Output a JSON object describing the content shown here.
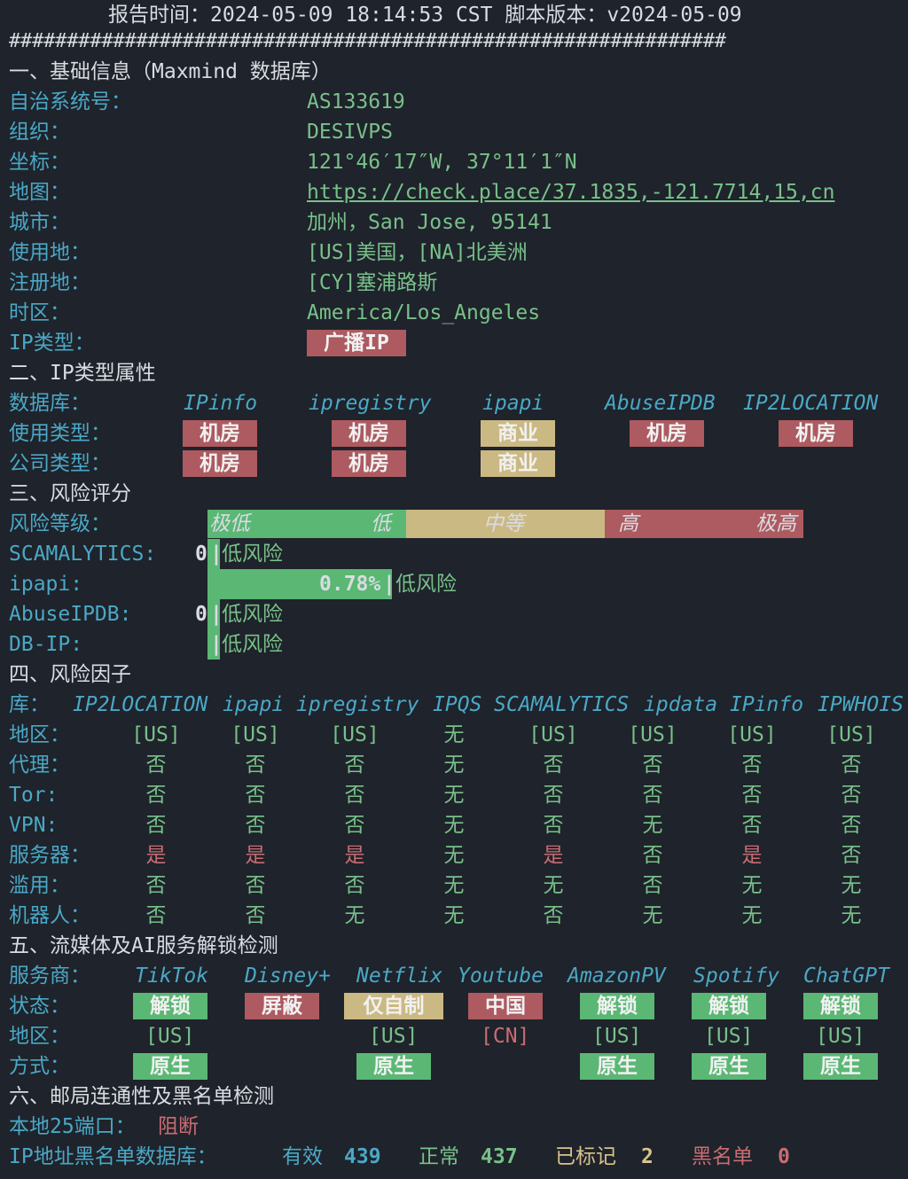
{
  "header": {
    "report_time": "报告时间：2024-05-09 18:14:53 CST  脚本版本：v2024-05-09",
    "divider": "##############################################################"
  },
  "basic": {
    "title": "一、基础信息（Maxmind 数据库）",
    "rows": [
      {
        "label": "自治系统号：",
        "value": "AS133619"
      },
      {
        "label": "组织：",
        "value": "DESIVPS"
      },
      {
        "label": "坐标：",
        "value": "121°46′17″W, 37°11′1″N"
      },
      {
        "label": "地图：",
        "value": "https://check.place/37.1835,-121.7714,15,cn"
      },
      {
        "label": "城市：",
        "value": "加州，San Jose, 95141"
      },
      {
        "label": "使用地：",
        "value": "[US]美国，[NA]北美洲"
      },
      {
        "label": "注册地：",
        "value": "[CY]塞浦路斯"
      },
      {
        "label": "时区：",
        "value": "America/Los_Angeles"
      },
      {
        "label": "IP类型：",
        "value": "广播IP"
      }
    ]
  },
  "iptype": {
    "title": "二、IP类型属性",
    "db_label": "数据库：",
    "usage_label": "使用类型：",
    "company_label": "公司类型：",
    "dbs": [
      "IPinfo",
      "ipregistry",
      "ipapi",
      "AbuseIPDB",
      "IP2LOCATION"
    ],
    "usage": [
      "机房",
      "机房",
      "商业",
      "机房",
      "机房"
    ],
    "company": [
      "机房",
      "机房",
      "商业"
    ]
  },
  "risk": {
    "title": "三、风险评分",
    "level_label": "风险等级：",
    "scale": [
      "极低",
      "低",
      "中等",
      "高",
      "极高"
    ],
    "rows": [
      {
        "label": "SCAMALYTICS:",
        "score": "0",
        "text": "低风险",
        "fraction": 0
      },
      {
        "label": "ipapi:",
        "score": "0.78%",
        "text": "低风险",
        "fraction": 0.0078
      },
      {
        "label": "AbuseIPDB:",
        "score": "0",
        "text": "低风险",
        "fraction": 0
      },
      {
        "label": "DB-IP:",
        "score": "",
        "text": "低风险",
        "fraction": 0
      }
    ],
    "separator": "|"
  },
  "factors": {
    "title": "四、风险因子",
    "lib_label": "库：",
    "libs": [
      "IP2LOCATION",
      "ipapi",
      "ipregistry",
      "IPQS",
      "SCAMALYTICS",
      "ipdata",
      "IPinfo",
      "IPWHOIS"
    ],
    "rows": [
      {
        "label": "地区：",
        "values": [
          "[US]",
          "[US]",
          "[US]",
          "无",
          "[US]",
          "[US]",
          "[US]",
          "[US]"
        ]
      },
      {
        "label": "代理：",
        "values": [
          "否",
          "否",
          "否",
          "无",
          "否",
          "否",
          "否",
          "否"
        ]
      },
      {
        "label": "Tor:",
        "values": [
          "否",
          "否",
          "否",
          "无",
          "否",
          "否",
          "否",
          "否"
        ]
      },
      {
        "label": "VPN:",
        "values": [
          "否",
          "否",
          "否",
          "无",
          "否",
          "无",
          "否",
          "否"
        ]
      },
      {
        "label": "服务器：",
        "values": [
          "是",
          "是",
          "是",
          "无",
          "是",
          "否",
          "是",
          "否"
        ]
      },
      {
        "label": "滥用：",
        "values": [
          "否",
          "否",
          "否",
          "无",
          "无",
          "否",
          "无",
          "无"
        ]
      },
      {
        "label": "机器人：",
        "values": [
          "否",
          "否",
          "无",
          "无",
          "否",
          "无",
          "无",
          "无"
        ]
      }
    ]
  },
  "media": {
    "title": "五、流媒体及AI服务解锁检测",
    "provider_label": "服务商：",
    "status_label": "状态：",
    "region_label": "地区：",
    "method_label": "方式：",
    "providers": [
      "TikTok",
      "Disney+",
      "Netflix",
      "Youtube",
      "AmazonPV",
      "Spotify",
      "ChatGPT"
    ],
    "status": [
      "解锁",
      "屏蔽",
      "仅自制",
      "中国",
      "解锁",
      "解锁",
      "解锁"
    ],
    "regions": [
      "[US]",
      "",
      "[US]",
      "[CN]",
      "[US]",
      "[US]",
      "[US]"
    ],
    "methods": [
      "原生",
      "",
      "原生",
      "",
      "原生",
      "原生",
      "原生"
    ]
  },
  "mail": {
    "title": "六、邮局连通性及黑名单检测",
    "port_label": "本地25端口：",
    "port_value": "阻断",
    "db_label": "IP地址黑名单数据库：",
    "valid_label": "有效",
    "valid_value": "439",
    "normal_label": "正常",
    "normal_value": "437",
    "marked_label": "已标记",
    "marked_value": "2",
    "black_label": "黑名单",
    "black_value": "0"
  },
  "colors": {
    "background": "#1f232b",
    "cyan": "#4aa8c6",
    "green": "#5ab774",
    "red": "#ad5a60",
    "yellow": "#cbb983"
  }
}
